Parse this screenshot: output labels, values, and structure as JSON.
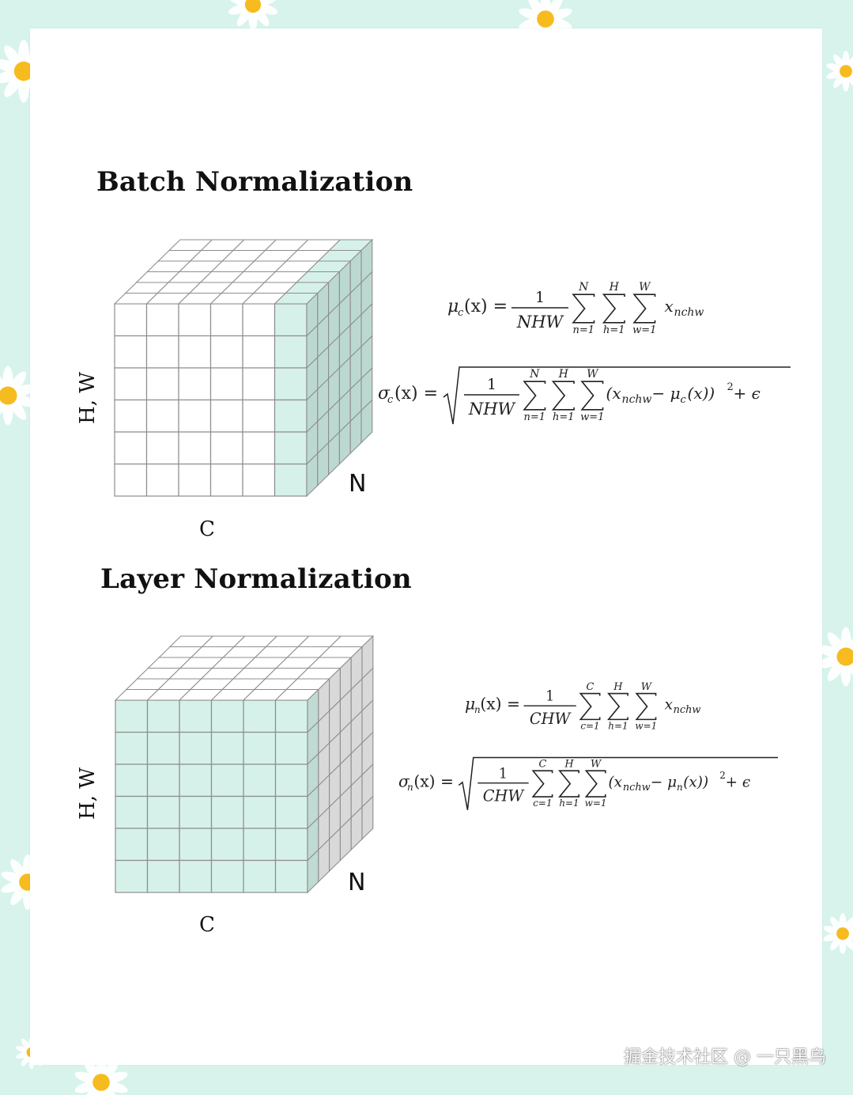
{
  "sections": [
    {
      "title": "Batch Normalization",
      "axis_hw": "H, W",
      "axis_c": "C",
      "axis_n": "N",
      "highlight": "batch",
      "formula_mean": {
        "lhs": "μ",
        "lhs_sub": "c",
        "arg": "(x) =",
        "num": "1",
        "den": "NHW",
        "sums": [
          {
            "top": "N",
            "bot": "n=1"
          },
          {
            "top": "H",
            "bot": "h=1"
          },
          {
            "top": "W",
            "bot": "w=1"
          }
        ],
        "term": "x",
        "term_sub": "nchw"
      },
      "formula_std": {
        "lhs": "σ",
        "lhs_sub": "c",
        "arg": "(x) =",
        "num": "1",
        "den": "NHW",
        "sums": [
          {
            "top": "N",
            "bot": "n=1"
          },
          {
            "top": "H",
            "bot": "h=1"
          },
          {
            "top": "W",
            "bot": "w=1"
          }
        ],
        "body_open": "(x",
        "body_sub": "nchw",
        "body_minus": " − μ",
        "body_mu_sub": "c",
        "body_close": "(x))",
        "sup": "2",
        "eps": " + ϵ"
      }
    },
    {
      "title": "Layer Normalization",
      "axis_hw": "H, W",
      "axis_c": "C",
      "axis_n": "N",
      "highlight": "layer",
      "formula_mean": {
        "lhs": "μ",
        "lhs_sub": "n",
        "arg": "(x) =",
        "num": "1",
        "den": "CHW",
        "sums": [
          {
            "top": "C",
            "bot": "c=1"
          },
          {
            "top": "H",
            "bot": "h=1"
          },
          {
            "top": "W",
            "bot": "w=1"
          }
        ],
        "term": "x",
        "term_sub": "nchw"
      },
      "formula_std": {
        "lhs": "σ",
        "lhs_sub": "n",
        "arg": "(x) =",
        "num": "1",
        "den": "CHW",
        "sums": [
          {
            "top": "C",
            "bot": "c=1"
          },
          {
            "top": "H",
            "bot": "h=1"
          },
          {
            "top": "W",
            "bot": "w=1"
          }
        ],
        "body_open": "(x",
        "body_sub": "nchw",
        "body_minus": " − μ",
        "body_mu_sub": "n",
        "body_close": "(x))",
        "sup": "2",
        "eps": " + ϵ"
      }
    }
  ],
  "watermark": "掘金技术社区 @ 一只黑鸟",
  "colors": {
    "background": "#d7f3ec",
    "highlight": "#d6f1e9",
    "highlight_side": "#bcd9d1",
    "layer_side": "#d9d9d9",
    "grid": "#8e8e8e",
    "daisy_petal": "#ffffff",
    "daisy_center": "#f6bb1e"
  }
}
